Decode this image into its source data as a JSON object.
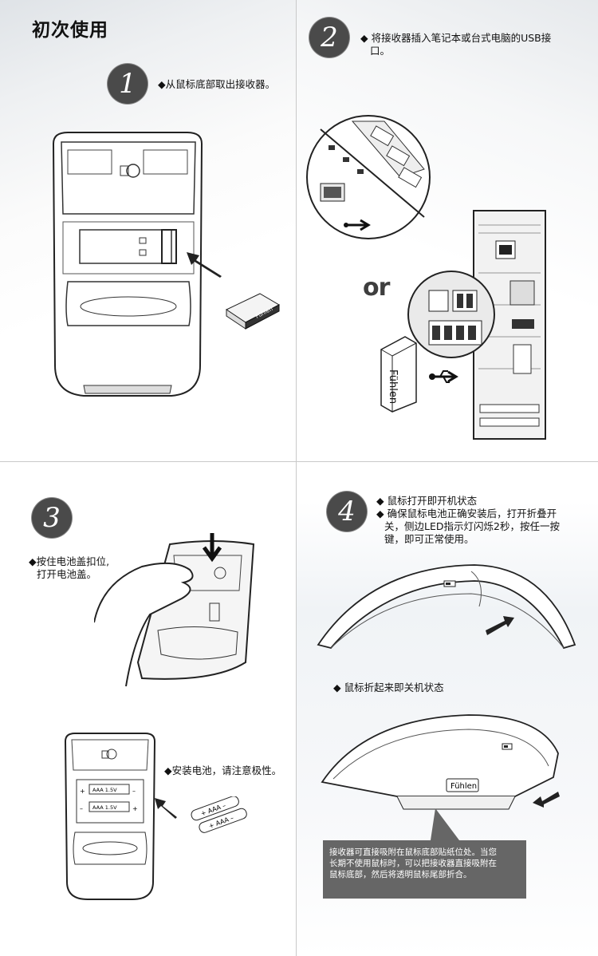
{
  "page": {
    "title": "初次使用"
  },
  "steps": [
    {
      "number": "1",
      "lines": [
        "◆从鼠标底部取出接收器。"
      ]
    },
    {
      "number": "2",
      "lines": [
        "◆ 将接收器插入笔记本或台式电脑的USB接",
        "口。"
      ]
    },
    {
      "number": "3",
      "lines": [
        "◆按住电池盖扣位,",
        "打开电池盖。"
      ],
      "extra": "◆安装电池，请注意极性。"
    },
    {
      "number": "4",
      "lines": [
        "◆ 鼠标打开即开机状态",
        "◆ 确保鼠标电池正确安装后，打开折叠开",
        "关，侧边LED指示灯闪烁2秒，按任一按",
        "键，即可正常使用。"
      ],
      "extra": "◆ 鼠标折起来即关机状态"
    }
  ],
  "or_label": "or",
  "brand": "Fühlen",
  "battery_labels": [
    "AAA 1.5V",
    "AAA 1.5V",
    "+ AAA –",
    "+ AAA –"
  ],
  "note": {
    "lines": [
      "接收器可直接吸附在鼠标底部贴纸位处。当您",
      "长期不使用鼠标时，可以把接收器直接吸附在",
      "鼠标底部，然后将透明鼠标尾部折合。"
    ]
  },
  "colors": {
    "badge": "#4a4a4a",
    "note_bg": "#666666",
    "divider": "#c9c9c9"
  }
}
